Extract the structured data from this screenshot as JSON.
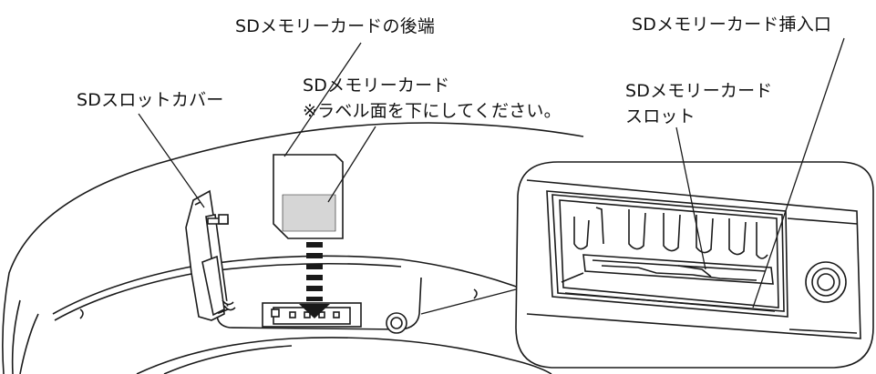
{
  "labels": {
    "sd_card_rear_end": "SDメモリーカードの後端",
    "sd_card_insertion_slot": "SDメモリーカード挿入口",
    "sd_slot_cover": "SDスロットカバー",
    "sd_card": "SDメモリーカード",
    "label_side_down_note": "※ラベル面を下にしてください。",
    "sd_card_slot_line1": "SDメモリーカード",
    "sd_card_slot_line2": "スロット"
  },
  "colors": {
    "line": "#1a1a1a",
    "card_label": "#d6d6d6",
    "background": "#ffffff"
  }
}
